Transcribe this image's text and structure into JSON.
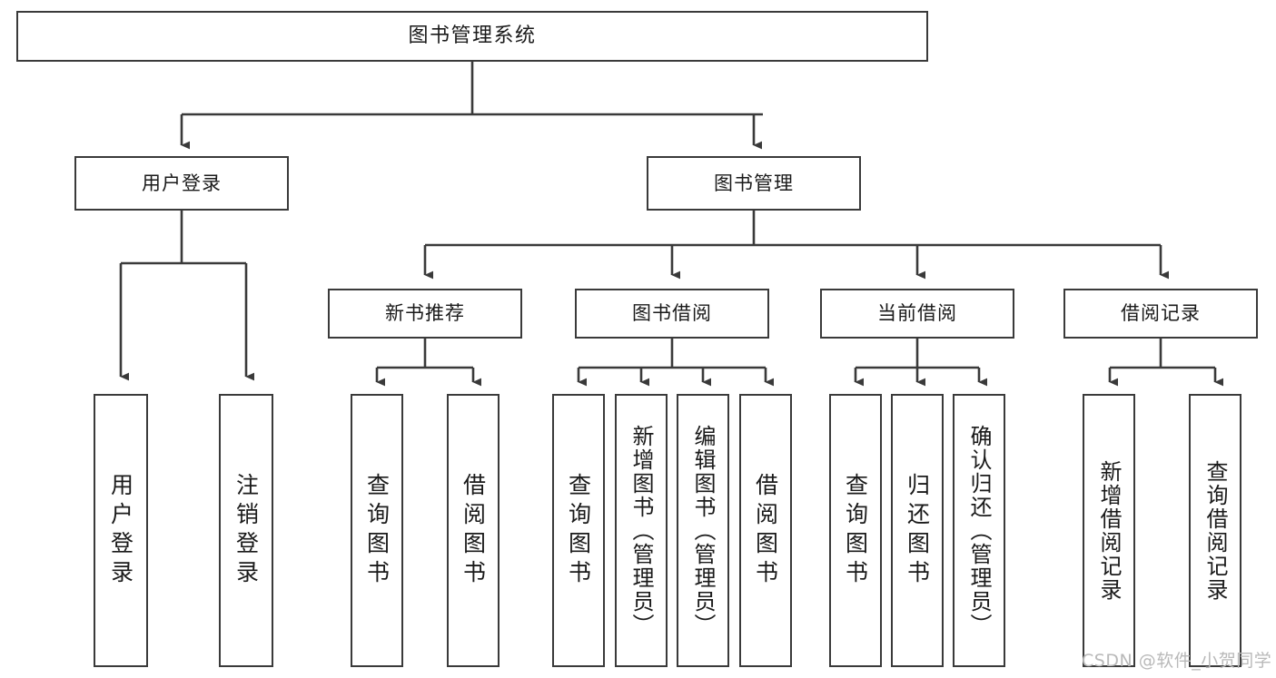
{
  "diagram": {
    "title": "图书管理系统",
    "type": "tree-hierarchy",
    "root": {
      "label": "图书管理系统"
    },
    "level2": [
      {
        "label": "用户登录"
      },
      {
        "label": "图书管理"
      }
    ],
    "level3": [
      {
        "label": "新书推荐"
      },
      {
        "label": "图书借阅"
      },
      {
        "label": "当前借阅"
      },
      {
        "label": "借阅记录"
      }
    ],
    "leaves": {
      "user_login": [
        {
          "label": "用户登录"
        },
        {
          "label": "注销登录"
        }
      ],
      "new_book_recommend": [
        {
          "label": "查询图书"
        },
        {
          "label": "借阅图书"
        }
      ],
      "book_borrow": [
        {
          "label": "查询图书"
        },
        {
          "label": "新增图书（管理员）"
        },
        {
          "label": "编辑图书（管理员）"
        },
        {
          "label": "借阅图书"
        }
      ],
      "current_borrow": [
        {
          "label": "查询图书"
        },
        {
          "label": "归还图书"
        },
        {
          "label": "确认归还（管理员）"
        }
      ],
      "borrow_record": [
        {
          "label": "新增借阅记录"
        },
        {
          "label": "查询借阅记录"
        }
      ]
    }
  },
  "watermark": {
    "text": "CSDN @软件_小贺同学",
    "color": "#b9b9b9"
  },
  "style": {
    "stroke": "#3a3a3a",
    "fill": "#ffffff",
    "text": "#1a1a1a"
  }
}
